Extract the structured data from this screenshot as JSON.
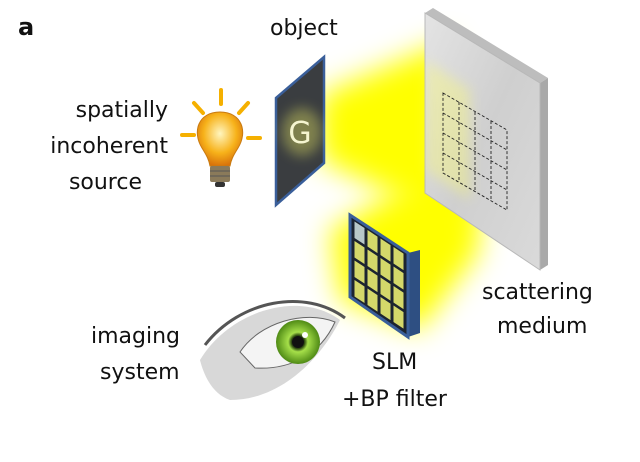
{
  "panel_label": "a",
  "labels": {
    "object": "object",
    "source": [
      "spatially",
      "incoherent",
      "source"
    ],
    "medium": [
      "scattering",
      "medium"
    ],
    "imaging": [
      "imaging",
      "system"
    ],
    "slm": [
      "SLM",
      "+BP filter"
    ]
  },
  "object_glyph": "G",
  "colors": {
    "light": "#ffff00",
    "panel": "#3a3d40",
    "frame": "#3a5f9a",
    "ray": "#f5b000",
    "iris": "#7cc22a"
  }
}
